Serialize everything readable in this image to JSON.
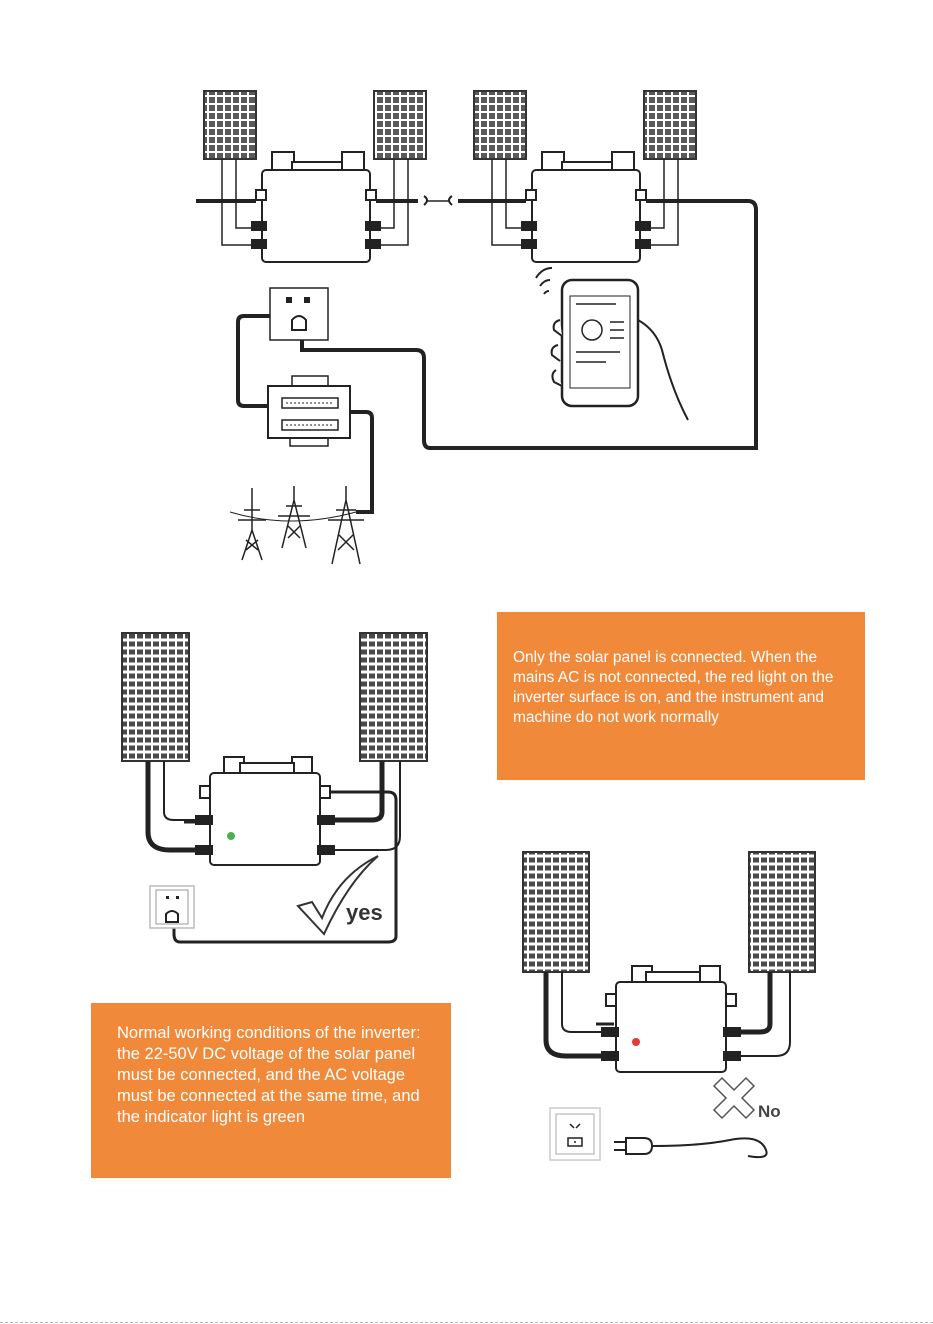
{
  "notes": {
    "ac_not_connected": "Only the solar panel is connected. When the mains AC is not connected, the red light on the inverter surface is on, and the instrument and machine do not work normally",
    "normal_conditions": "Normal working conditions of the inverter: the 22-50V DC voltage of the solar panel must be connected, and the AC voltage must be connected at the same time, and the indicator light is green"
  },
  "labels": {
    "yes": "yes",
    "no": "No"
  },
  "indicators": {
    "normal": "#4caf50",
    "fault": "#e53935"
  },
  "colors": {
    "note_background": "#f08a3a",
    "line": "#222222"
  }
}
